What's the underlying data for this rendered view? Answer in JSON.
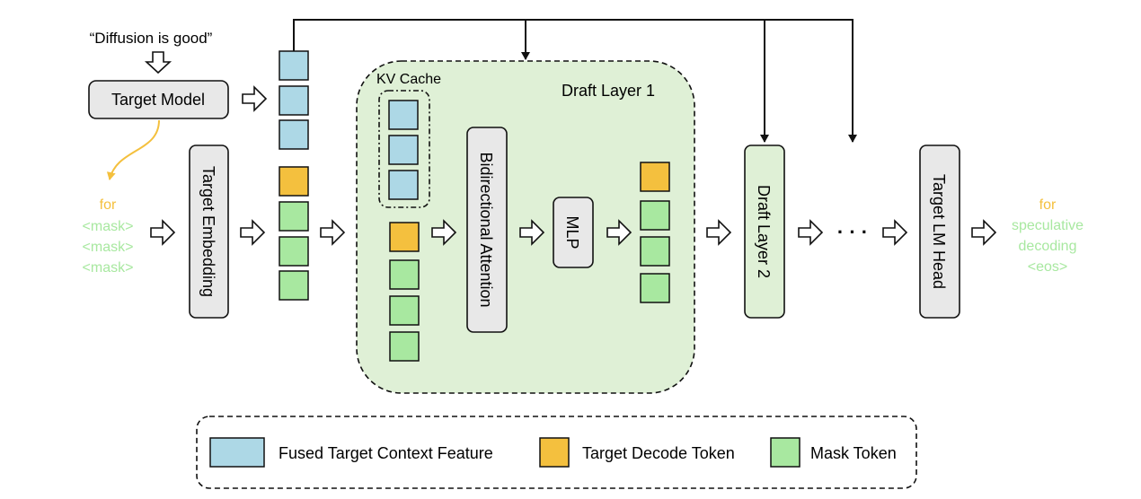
{
  "input_prompt": "“Diffusion is good”",
  "target_model": "Target Model",
  "target_embedding": "Target Embedding",
  "kv_cache": "KV Cache",
  "draft_layer_1": "Draft Layer 1",
  "bidirectional_attention": "Bidirectional Attention",
  "mlp": "MLP",
  "draft_layer_2": "Draft Layer 2",
  "ellipsis": "· · ·",
  "target_lm_head": "Target LM Head",
  "input_tokens": [
    "for",
    "<mask>",
    "<mask>",
    "<mask>"
  ],
  "output_tokens": [
    "for",
    "speculative",
    "decoding",
    "<eos>"
  ],
  "legend": {
    "context": "Fused Target Context Feature",
    "decode": "Target Decode Token",
    "mask": "Mask Token"
  },
  "colors": {
    "context": "#add8e6",
    "decode": "#f4c03e",
    "mask": "#a8e8a0",
    "decode_text": "#f4c03e",
    "mask_text": "#a8e8a0",
    "draft_fill": "#dff0d6",
    "box_fill": "#e8e8e8"
  }
}
